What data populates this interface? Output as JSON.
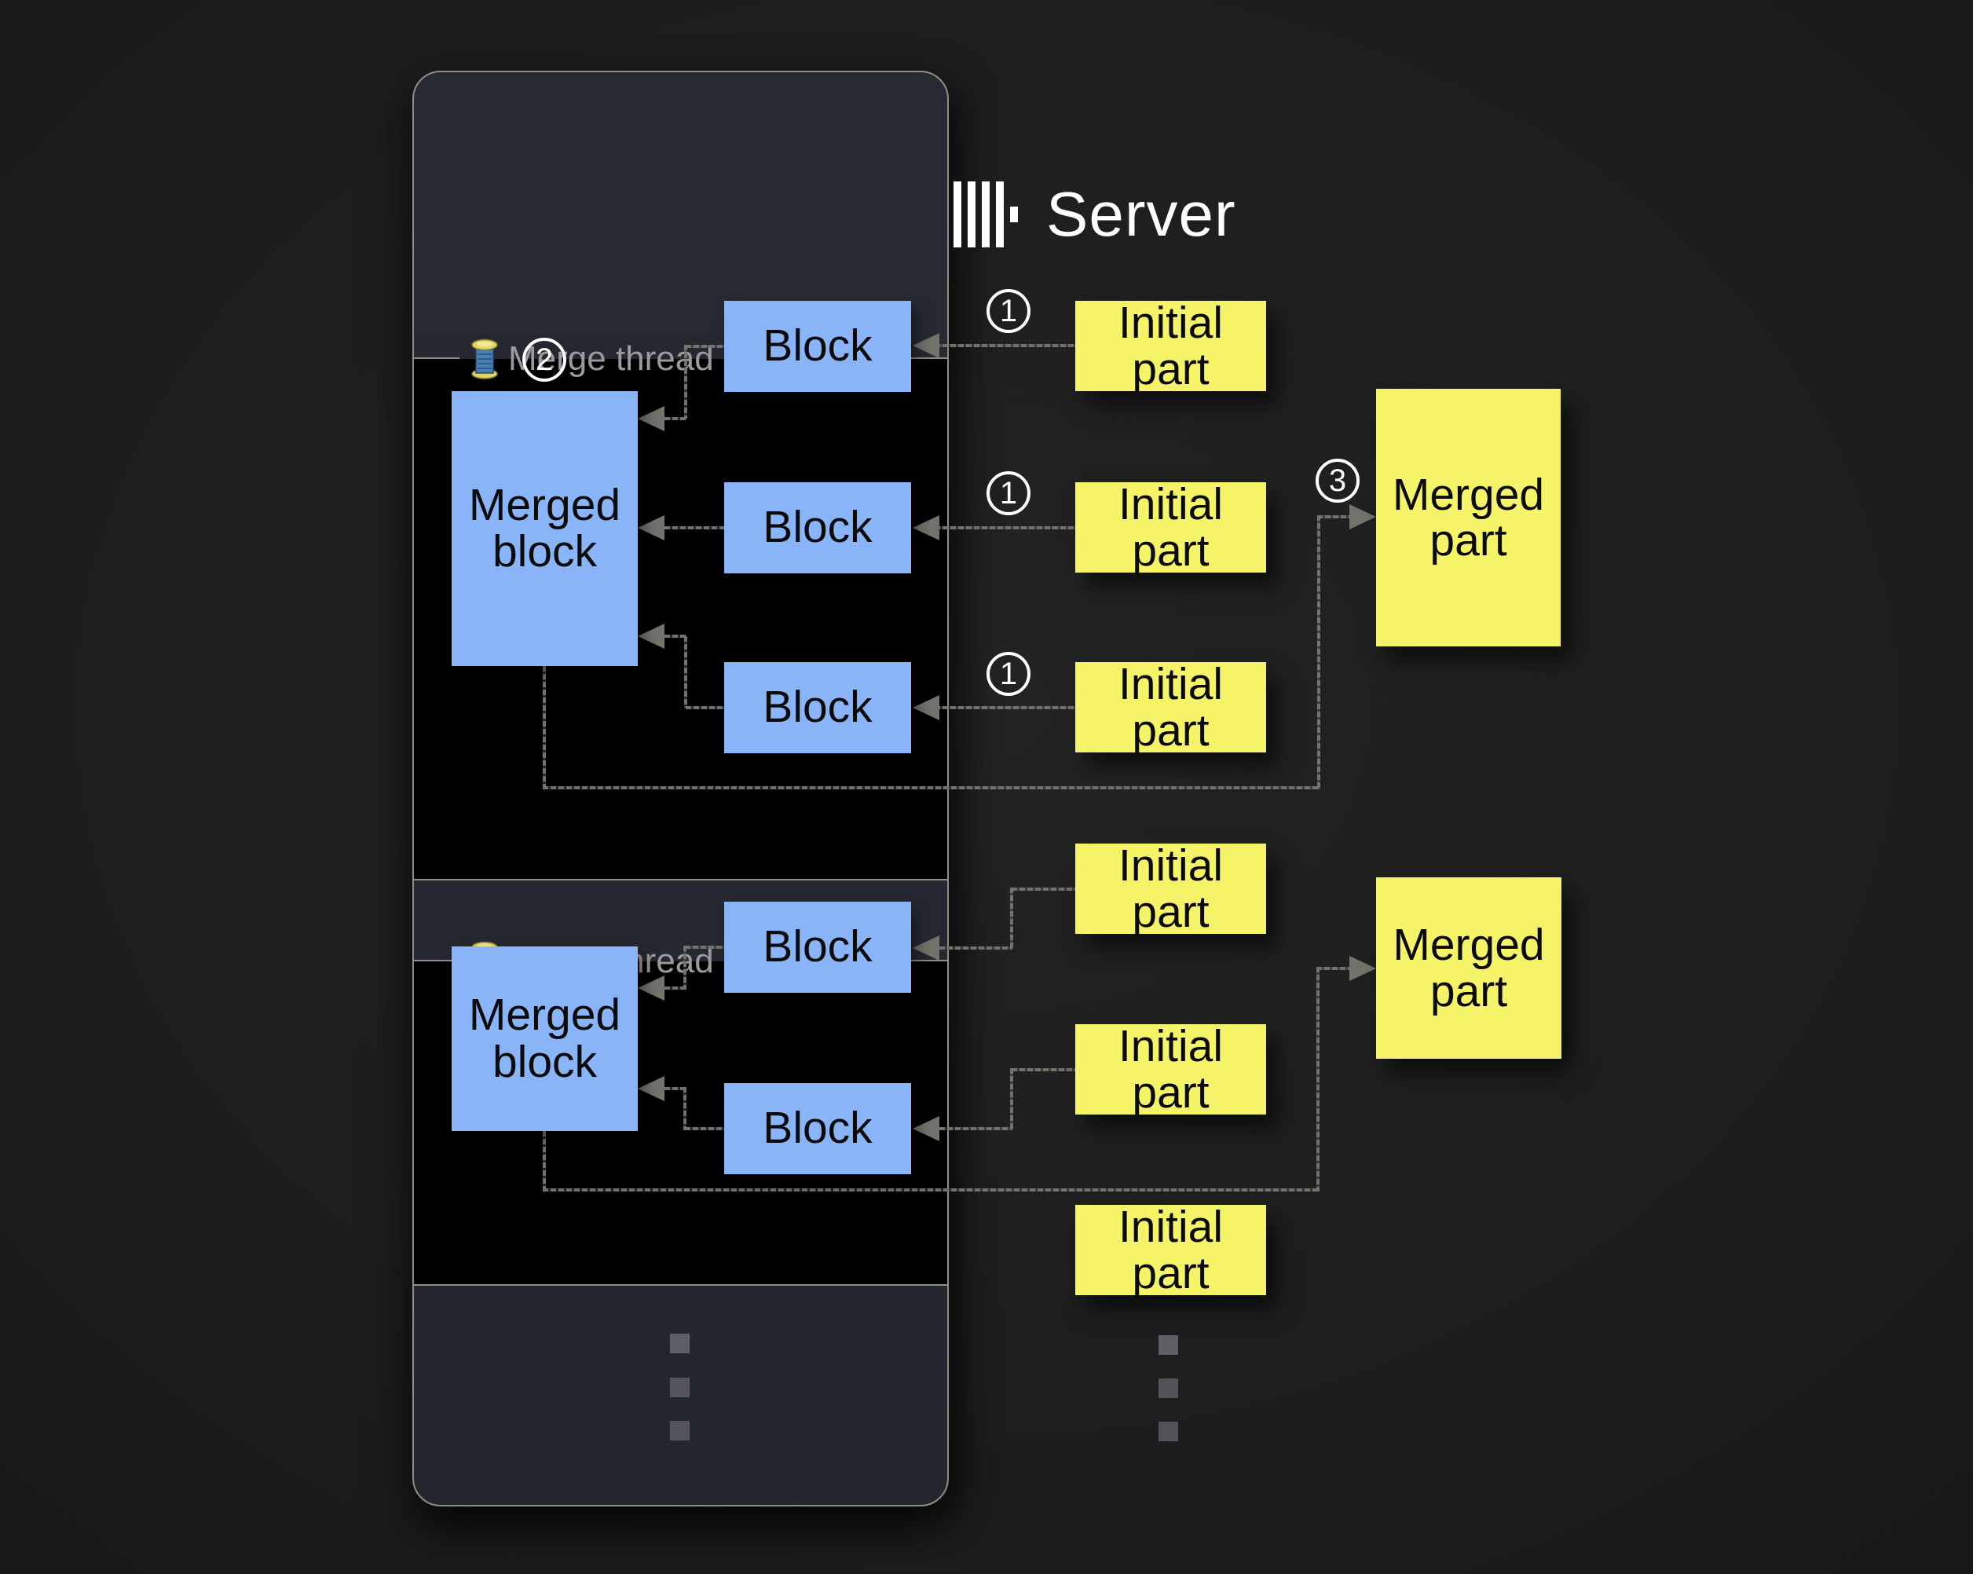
{
  "server": {
    "title": "Server"
  },
  "threads": [
    {
      "label": "Merge thread",
      "merged_block_label": "Merged block",
      "blocks": [
        "Block",
        "Block",
        "Block"
      ]
    },
    {
      "label": "Merge thread",
      "merged_block_label": "Merged block",
      "blocks": [
        "Block",
        "Block"
      ]
    }
  ],
  "parts": {
    "initial_label": "Initial part",
    "merged_label": "Merged part",
    "initial_visible_count": 6,
    "merged_visible_count": 2
  },
  "steps": {
    "one": "1",
    "two": "2",
    "three": "3"
  },
  "continuation": {
    "server_dots": 3,
    "parts_dots": 3
  },
  "colors": {
    "background": "#1b1b1b",
    "panel": "#262831",
    "panel_border": "#8e8e84",
    "thread_box_bg": "#000000",
    "block_fill": "#8ab4f8",
    "note_fill": "#f5f469",
    "arrow": "#73736c",
    "label_gray": "#9b9b9b",
    "text_dark": "#0b0b0b",
    "circle": "#ffffff",
    "dot_gray": "#64656c"
  }
}
